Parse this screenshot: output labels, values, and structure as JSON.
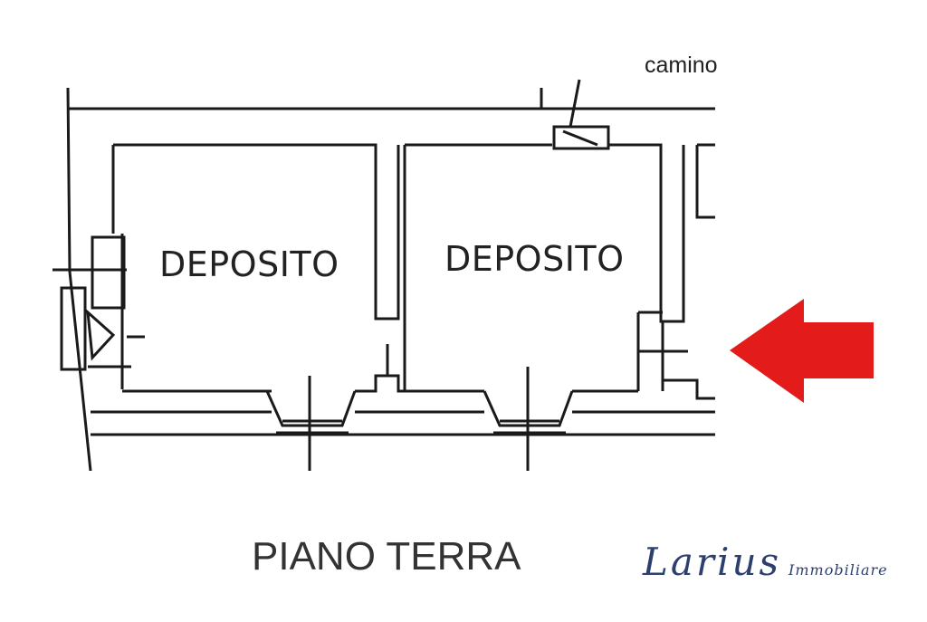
{
  "labels": {
    "chimney": "camino",
    "room_left": "DEPOSITO",
    "room_right": "DEPOSITO",
    "floor_name": "PIANO TERRA"
  },
  "logo": {
    "name": "Larius",
    "suffix": "Immobiliare"
  },
  "colors": {
    "arrow": "#e31b1b",
    "logo": "#2d3f6e",
    "lines": "#1a1a1a"
  },
  "icons": {
    "pointer": "red-arrow-left-icon"
  }
}
